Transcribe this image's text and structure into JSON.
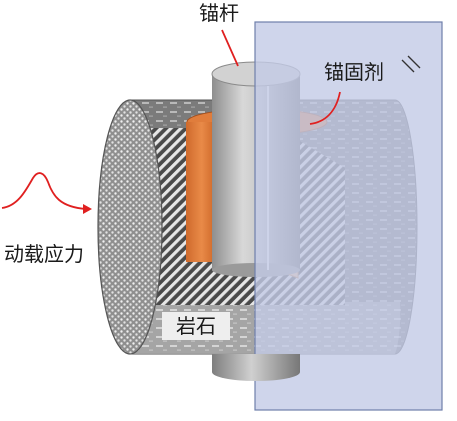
{
  "labels": {
    "anchor_bolt": "锚杆",
    "anchoring_agent": "锚固剂",
    "dynamic_stress": "动载应力",
    "rock": "岩石"
  },
  "colors": {
    "plane": "#c3cbe6",
    "plane_edge": "#6f7fab",
    "rock_body": "#7a7a7a",
    "rock_face": "#dcdcdc",
    "bolt": "#b9b9b9",
    "grout": "#e07d3c",
    "grout_light": "#f2c197",
    "stress_wave": "#e02020",
    "leader_line": "#e02020"
  }
}
